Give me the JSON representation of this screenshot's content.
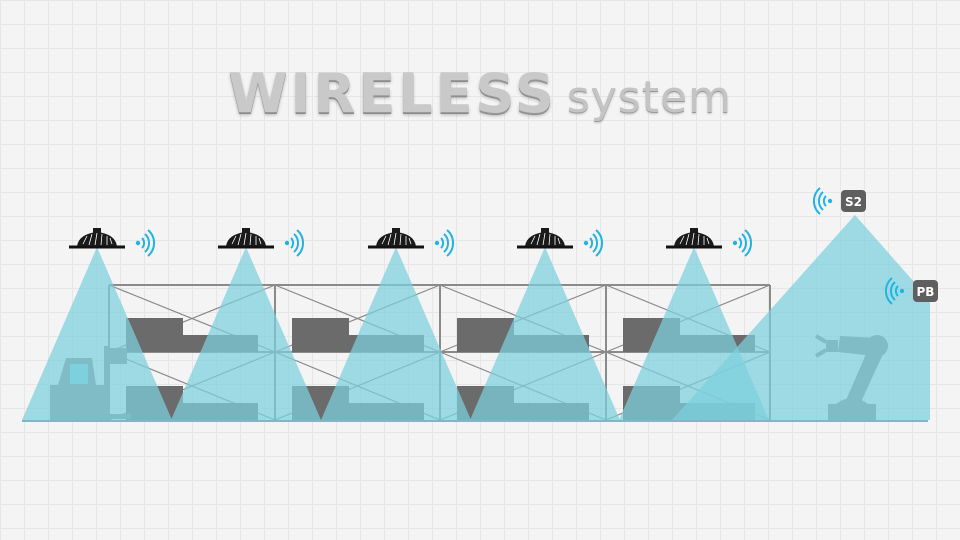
{
  "title": {
    "bold": "WIRELESS",
    "light": "system"
  },
  "devices": {
    "s2_label": "S2",
    "pb_label": "PB"
  },
  "colors": {
    "beam": "#7dd0de",
    "beam_overlap": "#4bb8cc",
    "rack": "#8a8a8a",
    "box": "#6b6b6b",
    "machine": "#5aa6b3",
    "wifi": "#22b3e6",
    "badge": "#5f5f5f"
  },
  "icons": [
    "high-bay-lamp-icon",
    "wifi-signal-icon",
    "forklift-icon",
    "robot-arm-icon",
    "warehouse-rack-icon"
  ]
}
